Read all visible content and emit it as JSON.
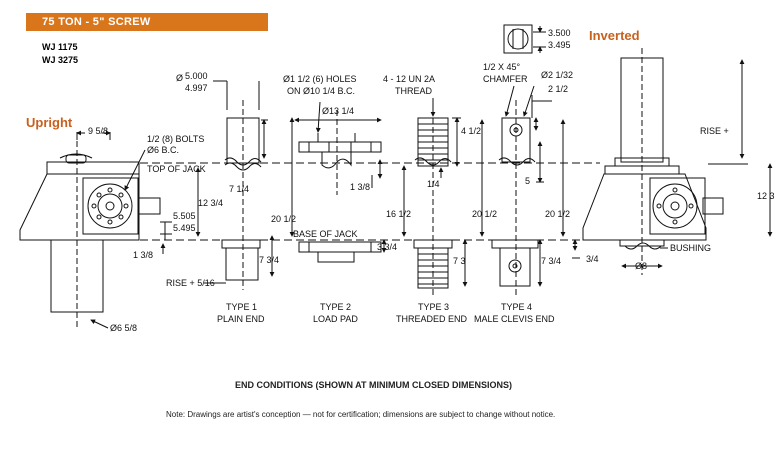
{
  "header": {
    "title": "75 TON - 5\" SCREW",
    "models": [
      "WJ 1175",
      "WJ 3275"
    ]
  },
  "colors": {
    "banner": "#d9761c",
    "accent_text": "#c8601e",
    "line": "#111111"
  },
  "labels": {
    "upright": "Upright",
    "inverted": "Inverted",
    "dim_9_5_8": "9 5/8",
    "bolts_1": "1/2 (8) BOLTS",
    "bolts_2": "Ø6 B.C.",
    "top_of_jack": "TOP OF JACK",
    "base_of_jack": "BASE OF JACK",
    "dim_12_3_4": "12 3/4",
    "dim_5505": "5.505",
    "dim_5495": "5.495",
    "dim_1_3_8_left": "1 3/8",
    "rise_plus": "RISE + 5/16",
    "dia_6_5_8": "Ø6 5/8",
    "dia_5000_prefix": "Ø",
    "dia_5000": "5.000",
    "dia_4997": "4.997",
    "dim_7_1_4": "7 1/4",
    "dim_20_1_2_a": "20 1/2",
    "dim_7_3_4_a": "7 3/4",
    "holes_1": "Ø1 1/2 (6) HOLES",
    "holes_2": "ON Ø10 1/4 B.C.",
    "dia_13_1_4": "Ø13 1/4",
    "dim_1_3_8_mid": "1 3/8",
    "dim_16_1_2": "16 1/2",
    "dim_3_3_4": "3 3/4",
    "thread_1": "4 - 12 UN 2A",
    "thread_2": "THREAD",
    "dim_4_1_2": "4 1/2",
    "dim_1_4": "1/4",
    "dim_7_3": "7 3",
    "dim_20_1_2_b": "20 1/2",
    "chamfer_1": "1/2 X 45°",
    "chamfer_2": "CHAMFER",
    "dim_3500": "3.500",
    "dim_3495": "3.495",
    "dia_2_1_32": "Ø2 1/32",
    "dim_2_1_2": "2 1/2",
    "dim_5": "5",
    "dim_20_1_2_c": "20 1/2",
    "dim_7_3_4_b": "7 3/4",
    "rise_right": "RISE +",
    "dim_12_3": "12 3",
    "dim_3_4": "3/4",
    "bushing": "BUSHING",
    "dia_8": "Ø8",
    "type1_a": "TYPE 1",
    "type1_b": "PLAIN END",
    "type2_a": "TYPE 2",
    "type2_b": "LOAD PAD",
    "type3_a": "TYPE 3",
    "type3_b": "THREADED END",
    "type4_a": "TYPE 4",
    "type4_b": "MALE CLEVIS END"
  },
  "footer": {
    "caption": "END CONDITIONS (SHOWN AT MINIMUM CLOSED DIMENSIONS)",
    "note": "Note: Drawings are artist's conception — not for certification; dimensions are subject to change without notice."
  }
}
